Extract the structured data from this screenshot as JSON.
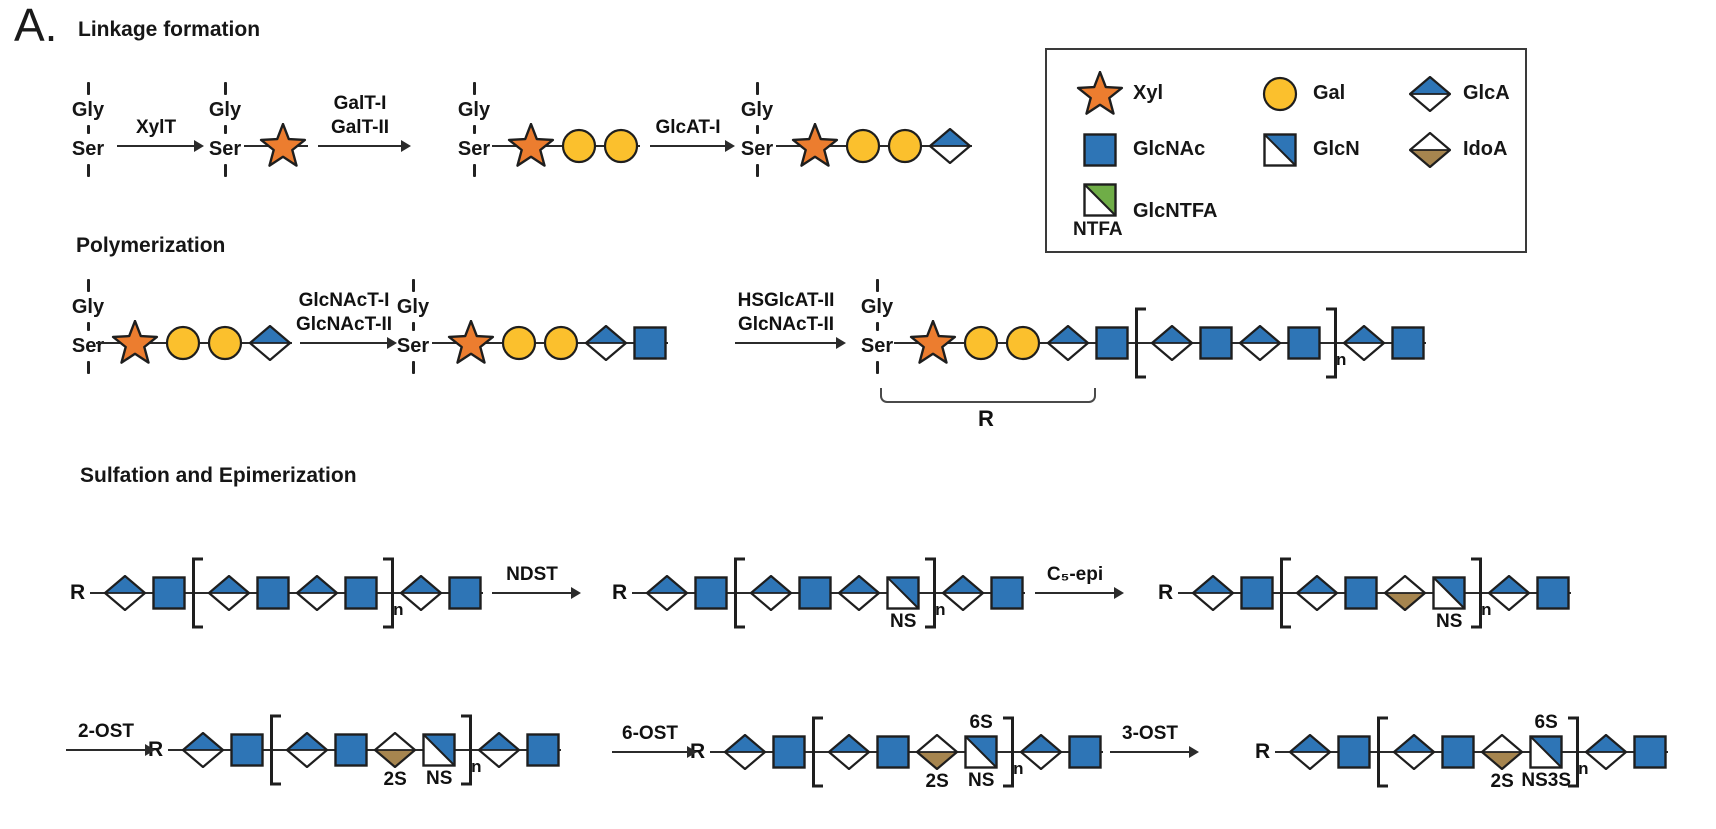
{
  "panel_label": "A.",
  "sections": {
    "linkage": {
      "title": "Linkage formation"
    },
    "polymerization": {
      "title": "Polymerization"
    },
    "sulfation": {
      "title": "Sulfation and Epimerization"
    }
  },
  "labels": {
    "gly": "Gly",
    "ser": "Ser",
    "r": "R",
    "n": "n",
    "ntfa": "NTFA"
  },
  "colors": {
    "blue": "#2E75B6",
    "orange": "#EC7D2F",
    "yellow": "#FBC02D",
    "brown": "#A6854F",
    "green": "#6FAD47",
    "outline": "#1E1E1E",
    "line": "#2B2B2B",
    "text": "#111111"
  },
  "legend": {
    "entries": [
      {
        "icon": "xyl",
        "label": "Xyl"
      },
      {
        "icon": "gal",
        "label": "Gal"
      },
      {
        "icon": "glca",
        "label": "GlcA"
      },
      {
        "icon": "glcnac",
        "label": "GlcNAc"
      },
      {
        "icon": "glcn",
        "label": "GlcN"
      },
      {
        "icon": "idoa",
        "label": "IdoA"
      },
      {
        "icon": "glcntfa",
        "label": "GlcNTFA"
      }
    ]
  },
  "arrows": {
    "a1": {
      "labels": [
        "XylT"
      ]
    },
    "a2": {
      "labels": [
        "GalT-I",
        "GalT-II"
      ]
    },
    "a3": {
      "labels": [
        "GlcAT-I"
      ]
    },
    "a4": {
      "labels": [
        "GlcNAcT-I",
        "GlcNAcT-II"
      ]
    },
    "a5": {
      "labels": [
        "HSGlcAT-II",
        "GlcNAcT-II"
      ]
    },
    "a6": {
      "labels": [
        "NDST"
      ]
    },
    "a7": {
      "labels": [
        "C₅-epi"
      ]
    },
    "a8": {
      "labels": [
        "2-OST"
      ]
    },
    "a9": {
      "labels": [
        "6-OST"
      ]
    },
    "a10": {
      "labels": [
        "3-OST"
      ]
    }
  },
  "chains": {
    "c1": {
      "units": [
        {
          "t": "xyl"
        }
      ]
    },
    "c2": {
      "units": [
        {
          "t": "xyl"
        },
        {
          "t": "gal"
        },
        {
          "t": "gal"
        }
      ]
    },
    "c3": {
      "units": [
        {
          "t": "xyl"
        },
        {
          "t": "gal"
        },
        {
          "t": "gal"
        },
        {
          "t": "glca"
        }
      ]
    },
    "c4": {
      "units": [
        {
          "t": "xyl"
        },
        {
          "t": "gal"
        },
        {
          "t": "gal"
        },
        {
          "t": "glca"
        }
      ]
    },
    "c5": {
      "units": [
        {
          "t": "xyl"
        },
        {
          "t": "gal"
        },
        {
          "t": "gal"
        },
        {
          "t": "glca"
        },
        {
          "t": "glcnac"
        }
      ]
    },
    "c6": {
      "units": [
        {
          "t": "xyl"
        },
        {
          "t": "gal"
        },
        {
          "t": "gal"
        },
        {
          "t": "glca"
        },
        {
          "t": "glcnac"
        },
        {
          "t": "br-open"
        },
        {
          "t": "glca"
        },
        {
          "t": "glcnac"
        },
        {
          "t": "glca"
        },
        {
          "t": "glcnac"
        },
        {
          "t": "br-close",
          "sub": "n"
        },
        {
          "t": "glca"
        },
        {
          "t": "glcnac"
        }
      ]
    },
    "c7": {
      "prefix": "R",
      "units": [
        {
          "t": "glca"
        },
        {
          "t": "glcnac"
        },
        {
          "t": "br-open"
        },
        {
          "t": "glca"
        },
        {
          "t": "glcnac"
        },
        {
          "t": "glca"
        },
        {
          "t": "glcnac"
        },
        {
          "t": "br-close",
          "sub": "n"
        },
        {
          "t": "glca"
        },
        {
          "t": "glcnac"
        }
      ]
    },
    "c8": {
      "prefix": "R",
      "units": [
        {
          "t": "glca"
        },
        {
          "t": "glcnac"
        },
        {
          "t": "br-open"
        },
        {
          "t": "glca"
        },
        {
          "t": "glcnac"
        },
        {
          "t": "glca"
        },
        {
          "t": "glcn",
          "below": "NS"
        },
        {
          "t": "br-close",
          "sub": "n"
        },
        {
          "t": "glca"
        },
        {
          "t": "glcnac"
        }
      ]
    },
    "c9": {
      "prefix": "R",
      "units": [
        {
          "t": "glca"
        },
        {
          "t": "glcnac"
        },
        {
          "t": "br-open"
        },
        {
          "t": "glca"
        },
        {
          "t": "glcnac"
        },
        {
          "t": "idoa"
        },
        {
          "t": "glcn",
          "below": "NS"
        },
        {
          "t": "br-close",
          "sub": "n"
        },
        {
          "t": "glca"
        },
        {
          "t": "glcnac"
        }
      ]
    },
    "c10": {
      "prefix": "R",
      "units": [
        {
          "t": "glca"
        },
        {
          "t": "glcnac"
        },
        {
          "t": "br-open"
        },
        {
          "t": "glca"
        },
        {
          "t": "glcnac"
        },
        {
          "t": "idoa",
          "below": "2S"
        },
        {
          "t": "glcn",
          "below": "NS"
        },
        {
          "t": "br-close",
          "sub": "n"
        },
        {
          "t": "glca"
        },
        {
          "t": "glcnac"
        }
      ]
    },
    "c11": {
      "prefix": "R",
      "units": [
        {
          "t": "glca"
        },
        {
          "t": "glcnac"
        },
        {
          "t": "br-open"
        },
        {
          "t": "glca"
        },
        {
          "t": "glcnac"
        },
        {
          "t": "idoa",
          "below": "2S"
        },
        {
          "t": "glcn",
          "above": "6S",
          "below": "NS"
        },
        {
          "t": "br-close",
          "sub": "n"
        },
        {
          "t": "glca"
        },
        {
          "t": "glcnac"
        }
      ]
    },
    "c12": {
      "prefix": "R",
      "units": [
        {
          "t": "glca"
        },
        {
          "t": "glcnac"
        },
        {
          "t": "br-open"
        },
        {
          "t": "glca"
        },
        {
          "t": "glcnac"
        },
        {
          "t": "idoa",
          "below": "2S"
        },
        {
          "t": "glcn",
          "above": "6S",
          "below": "NS3S"
        },
        {
          "t": "br-close",
          "sub": "n"
        },
        {
          "t": "glca"
        },
        {
          "t": "glcnac"
        }
      ]
    }
  }
}
